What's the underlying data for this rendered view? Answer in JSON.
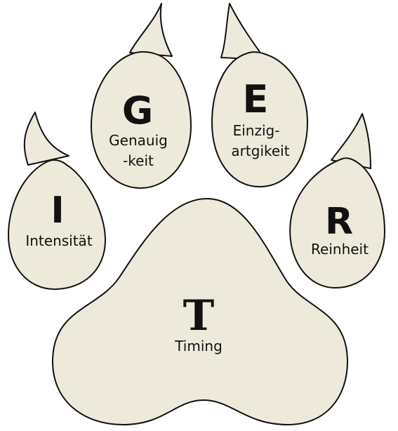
{
  "colors": {
    "fill": "#eeeadb",
    "stroke": "#111111"
  },
  "toes": [
    {
      "letter": "I",
      "label_lines": [
        "Intensität"
      ]
    },
    {
      "letter": "G",
      "label_lines": [
        "Genauig",
        "-keit"
      ]
    },
    {
      "letter": "E",
      "label_lines": [
        "Einzig-",
        "artgikeit"
      ]
    },
    {
      "letter": "R",
      "label_lines": [
        "Reinheit"
      ]
    }
  ],
  "heel": {
    "letter": "T",
    "label": "Timing"
  }
}
